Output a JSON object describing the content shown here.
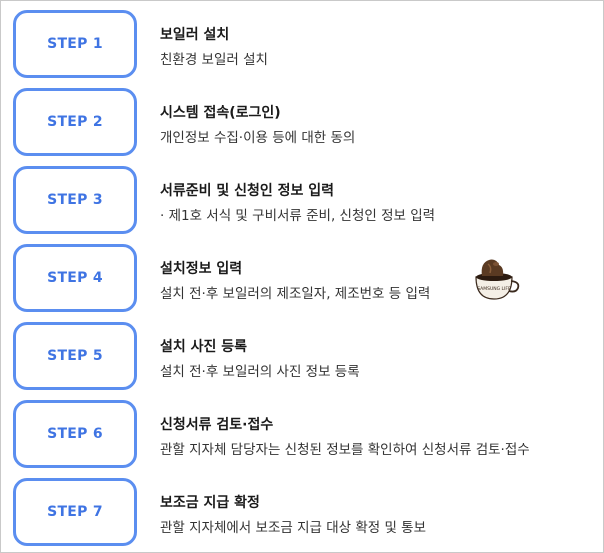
{
  "steps": [
    {
      "badge": "STEP 1",
      "title": "보일러 설치",
      "desc": "친환경 보일러 설치"
    },
    {
      "badge": "STEP 2",
      "title": "시스템 접속(로그인)",
      "desc": "개인정보 수집·이용 등에 대한 동의"
    },
    {
      "badge": "STEP 3",
      "title": "서류준비 및 신청인 정보 입력",
      "desc": "· 제1호 서식 및 구비서류 준비, 신청인 정보 입력"
    },
    {
      "badge": "STEP 4",
      "title": "설치정보 입력",
      "desc": "설치 전·후 보일러의 제조일자, 제조번호 등 입력"
    },
    {
      "badge": "STEP 5",
      "title": "설치 사진 등록",
      "desc": "설치 전·후 보일러의 사진 정보 등록"
    },
    {
      "badge": "STEP 6",
      "title": "신청서류 검토·접수",
      "desc": "관할 지자체 담당자는 신청된 정보를 확인하여 신청서류 검토·접수"
    },
    {
      "badge": "STEP 7",
      "title": "보조금 지급 확정",
      "desc": "관할 지자체에서 보조금 지급 대상 확정 및 통보"
    }
  ],
  "colors": {
    "accent": "#5b8ef0",
    "accent_text": "#3f74e3"
  },
  "decor": {
    "icon": "coffee-cup-icon",
    "cup_text": "SAMSUNG LIFE"
  }
}
